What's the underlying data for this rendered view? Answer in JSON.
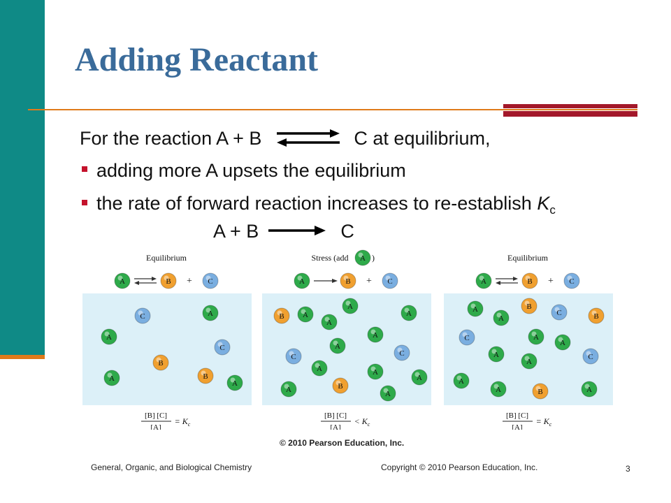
{
  "slide": {
    "title": "Adding Reactant",
    "intro_before": "For the reaction A + B",
    "intro_after": "C  at equilibrium,",
    "bullets": [
      {
        "text": "adding more A upsets the equilibrium"
      },
      {
        "text": "the rate of forward reaction increases to re-establish ",
        "italic": "K",
        "sub": "c"
      }
    ],
    "forward_equation": {
      "left": "A + B",
      "right": "C"
    }
  },
  "figure": {
    "panels": [
      {
        "label": "Equilibrium",
        "arrow": "equilibrium",
        "relation": "= K",
        "relation_sub": "c"
      },
      {
        "label": "Stress (add",
        "label_suffix": ")",
        "stress_species": "A",
        "arrow": "forward",
        "relation": "< K",
        "relation_sub": "c"
      },
      {
        "label": "Equilibrium",
        "arrow": "equilibrium",
        "relation": "= K",
        "relation_sub": "c"
      }
    ],
    "equation_species": [
      "A",
      "B",
      "C"
    ],
    "plus": "+",
    "ratio_numerator": "[B] [C]",
    "ratio_denominator": "[A]",
    "copyright": "© 2010 Pearson Education, Inc."
  },
  "footer": {
    "left": "General, Organic, and Biological Chemistry",
    "right": "Copyright © 2010 Pearson Education, Inc.",
    "page": "3"
  },
  "colors": {
    "teal": "#0f8a86",
    "orange": "#e07a1a",
    "title_blue": "#3a6b9a",
    "bullet_red": "#c4122c",
    "molecule_A": "#2eaa4a",
    "molecule_B": "#f0a030",
    "molecule_C": "#7aaee0",
    "panel_bg": "#dcf0f8"
  }
}
